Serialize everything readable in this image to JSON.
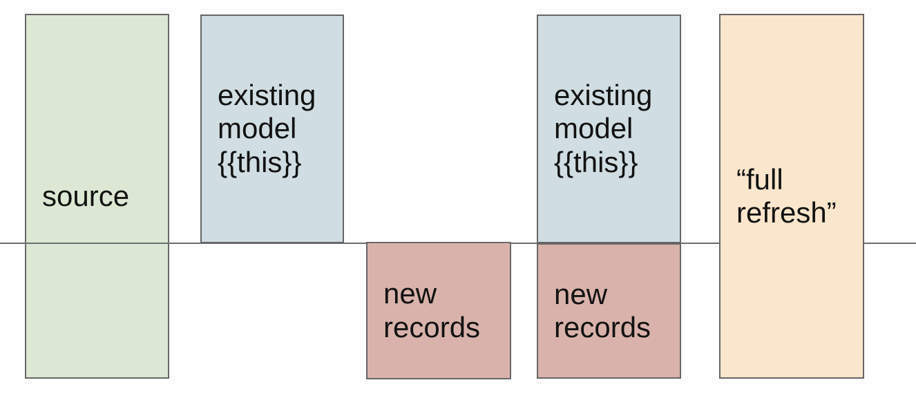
{
  "canvas": {
    "background": "#ffffff",
    "border_color": "#666666",
    "text_color": "#121212"
  },
  "baseline": {
    "color": "#6a6f73"
  },
  "boxes": [
    {
      "id": "source",
      "label": "source",
      "fill": "#dde8d4"
    },
    {
      "id": "existing-model-1",
      "label": "existing\nmodel\n{{this}}",
      "fill": "#d0dde2"
    },
    {
      "id": "new-records-1",
      "label": "new\nrecords",
      "fill": "#d9b3ab"
    },
    {
      "id": "existing-model-2",
      "label": "existing\nmodel\n{{this}}",
      "fill": "#d0dde2"
    },
    {
      "id": "new-records-2",
      "label": "new\nrecords",
      "fill": "#d9b3ab"
    },
    {
      "id": "full-refresh",
      "label": "“full\nrefresh”",
      "fill": "#fae6cc"
    }
  ]
}
